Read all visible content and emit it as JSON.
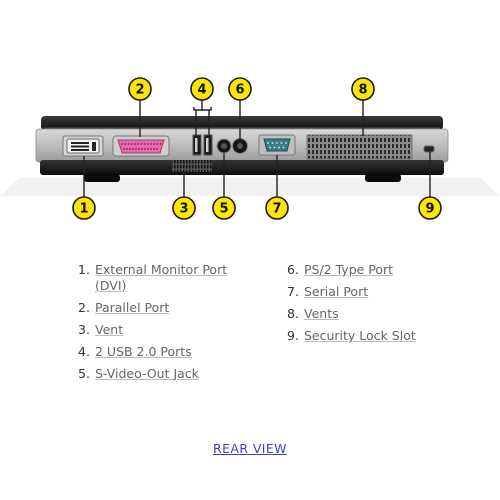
{
  "diagram": {
    "callouts": [
      "1",
      "2",
      "3",
      "4",
      "5",
      "6",
      "7",
      "8",
      "9"
    ],
    "badge_color": "#ffe600",
    "leader_color": "#222222"
  },
  "legend": {
    "left": [
      {
        "num": "1.",
        "label": "External Monitor Port (DVI)"
      },
      {
        "num": "2.",
        "label": "Parallel Port"
      },
      {
        "num": "3.",
        "label": "Vent"
      },
      {
        "num": "4.",
        "label": "2 USB 2.0 Ports"
      },
      {
        "num": "5.",
        "label": "S-Video-Out Jack"
      }
    ],
    "right": [
      {
        "num": "6.",
        "label": "PS/2 Type Port"
      },
      {
        "num": "7.",
        "label": "Serial Port"
      },
      {
        "num": "8.",
        "label": "Vents"
      },
      {
        "num": "9.",
        "label": "Security Lock Slot"
      }
    ]
  },
  "footer": {
    "label": "REAR  VIEW"
  }
}
